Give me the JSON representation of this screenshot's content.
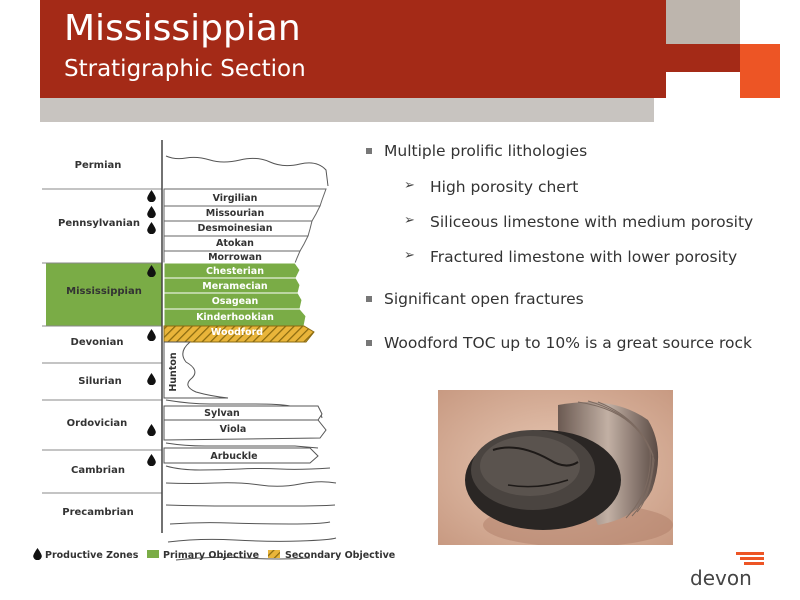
{
  "header": {
    "title": "Mississippian",
    "subtitle": "Stratigraphic Section"
  },
  "eras": [
    "Permian",
    "Pennsylvanian",
    "Mississippian",
    "Devonian",
    "Silurian",
    "Ordovician",
    "Cambrian",
    "Precambrian"
  ],
  "formations": [
    "Virgilian",
    "Missourian",
    "Desmoinesian",
    "Atokan",
    "Morrowan",
    "Chesterian",
    "Meramecian",
    "Osagean",
    "Kinderhookian",
    "Woodford",
    "Hunton",
    "Sylvan",
    "Viola",
    "Arbuckle"
  ],
  "legend": {
    "productive": "Productive Zones",
    "primary": "Primary Objective",
    "secondary": "Secondary Objective"
  },
  "colors": {
    "header_red": "#a42a17",
    "accent_orange": "#ed5525",
    "primary_green": "#7aac46",
    "secondary_gold": "#d49b1c"
  },
  "bullets": [
    {
      "text": "Multiple prolific lithologies",
      "sub": [
        "High porosity chert",
        "Siliceous limestone with medium porosity",
        "Fractured limestone with lower porosity"
      ]
    },
    {
      "text": "Significant open fractures",
      "sub": []
    },
    {
      "text": "Woodford TOC up to 10% is a great source rock",
      "sub": []
    }
  ],
  "logo": {
    "text": "devon"
  }
}
